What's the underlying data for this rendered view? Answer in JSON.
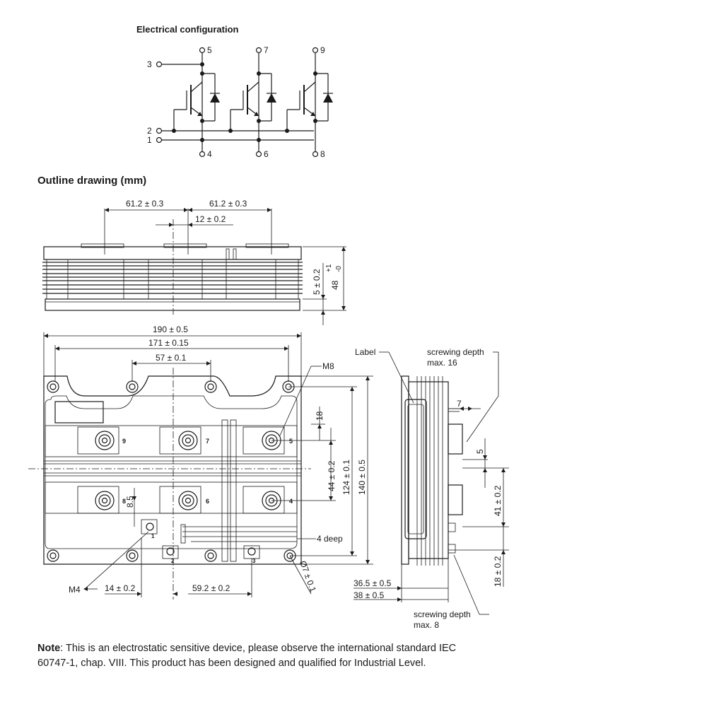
{
  "headings": {
    "electrical": "Electrical configuration",
    "outline": "Outline drawing (mm)"
  },
  "circuit": {
    "terminals": [
      "1",
      "2",
      "3",
      "4",
      "5",
      "6",
      "7",
      "8",
      "9"
    ]
  },
  "side_view": {
    "dim_left": "61.2 ± 0.3",
    "dim_right": "61.2 ± 0.3",
    "dim_offset": "12 ± 0.2",
    "dim_tab": "5 ± 0.2",
    "dim_height": "48 +1 -0"
  },
  "top_view": {
    "dim_overall": "190 ± 0.5",
    "dim_holes": "171 ± 0.15",
    "dim_pitch": "57 ± 0.1",
    "m8": "M8",
    "m4": "M4",
    "dim_18": "18",
    "dim_44": "44 ± 0.2",
    "dim_124": "124 ± 0.1",
    "dim_140": "140 ± 0.5",
    "dim_85": "8.5",
    "dim_14": "14 ± 0.2",
    "dim_592": "59.2 ± 0.2",
    "deep": "4 deep",
    "hole_dia": "Ø7 ± 0.1",
    "term_labels": [
      "9",
      "7",
      "5",
      "8",
      "6",
      "4"
    ],
    "aux_labels": [
      "1",
      "2",
      "3"
    ]
  },
  "end_view": {
    "label": "Label",
    "screw_top_1": "screwing depth",
    "screw_top_2": "max. 16",
    "dim_7": "7",
    "dim_5": "5",
    "dim_41": "41 ± 0.2",
    "dim_18": "18 ± 0.2",
    "dim_365": "36.5 ± 0.5",
    "dim_38": "38 ± 0.5",
    "screw_bot_1": "screwing depth",
    "screw_bot_2": "max. 8"
  },
  "note": {
    "label": "Note",
    "text": ": This is an electrostatic sensitive device, please observe the international standard IEC 60747-1, chap. VIII. This product has been designed and qualified for Industrial Level."
  }
}
